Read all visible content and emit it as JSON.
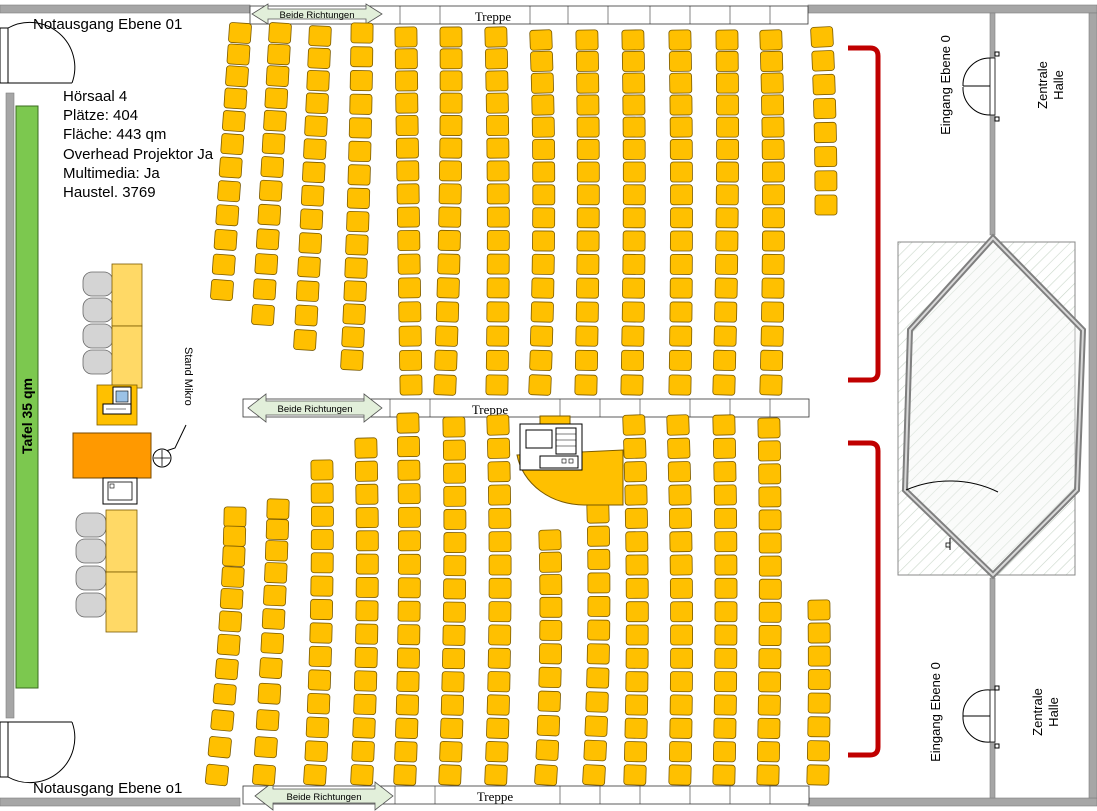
{
  "emergency_exit_top": "Notausgang Ebene 01",
  "emergency_exit_bottom": "Notausgang Ebene o1",
  "room_info": {
    "name": "Hörsaal 4",
    "seats": "Plätze: 404",
    "area": "Fläche: 443 qm",
    "projector": "Overhead Projektor Ja",
    "multimedia": "Multimedia: Ja",
    "phone": "Haustel. 3769"
  },
  "board_label": "Tafel 35 qm",
  "stairs_label": "Treppe",
  "both_directions_label": "Beide Richtungen",
  "stand_mic_label": "Stand Mikro",
  "entrance_label": "Eingang Ebene 0",
  "hall_label_line1": "Zentrale",
  "hall_label_line2": "Halle",
  "colors": {
    "seat": "#FFC000",
    "seat_stroke": "#7A5A00",
    "board": "#7CC84F",
    "desk": "#FF9900",
    "table": "#FFD966",
    "chair": "#D4D4D4",
    "rail": "#C00000",
    "wall": "#A6A6A6",
    "arrow": "#E2EFDA"
  }
}
